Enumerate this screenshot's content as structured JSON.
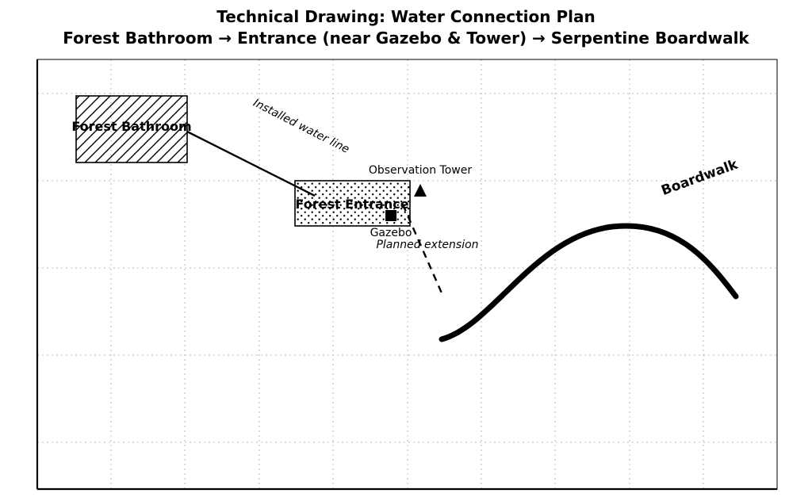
{
  "title": {
    "line1": "Technical Drawing: Water Connection Plan",
    "line2": "Forest Bathroom → Entrance (near Gazebo & Tower) → Serpentine Boardwalk"
  },
  "labels": {
    "bathroom": "Forest Bathroom",
    "entrance": "Forest Entrance",
    "tower": "Observation Tower",
    "gazebo": "Gazebo",
    "installed_line": "Installed water line",
    "planned_extension": "Planned extension",
    "boardwalk": "Boardwalk"
  },
  "markers": {
    "tower": "filled-triangle-up",
    "gazebo": "filled-square"
  },
  "line_styles": {
    "installed_water_line": "solid",
    "planned_extension": "dashed",
    "boardwalk": "thick-solid-serpentine-curve"
  },
  "fill_patterns": {
    "bathroom": "diagonal-hatch",
    "entrance": "dots"
  },
  "colors": {
    "ink": "#000000",
    "grid": "#b8b8b8",
    "background": "#ffffff"
  }
}
